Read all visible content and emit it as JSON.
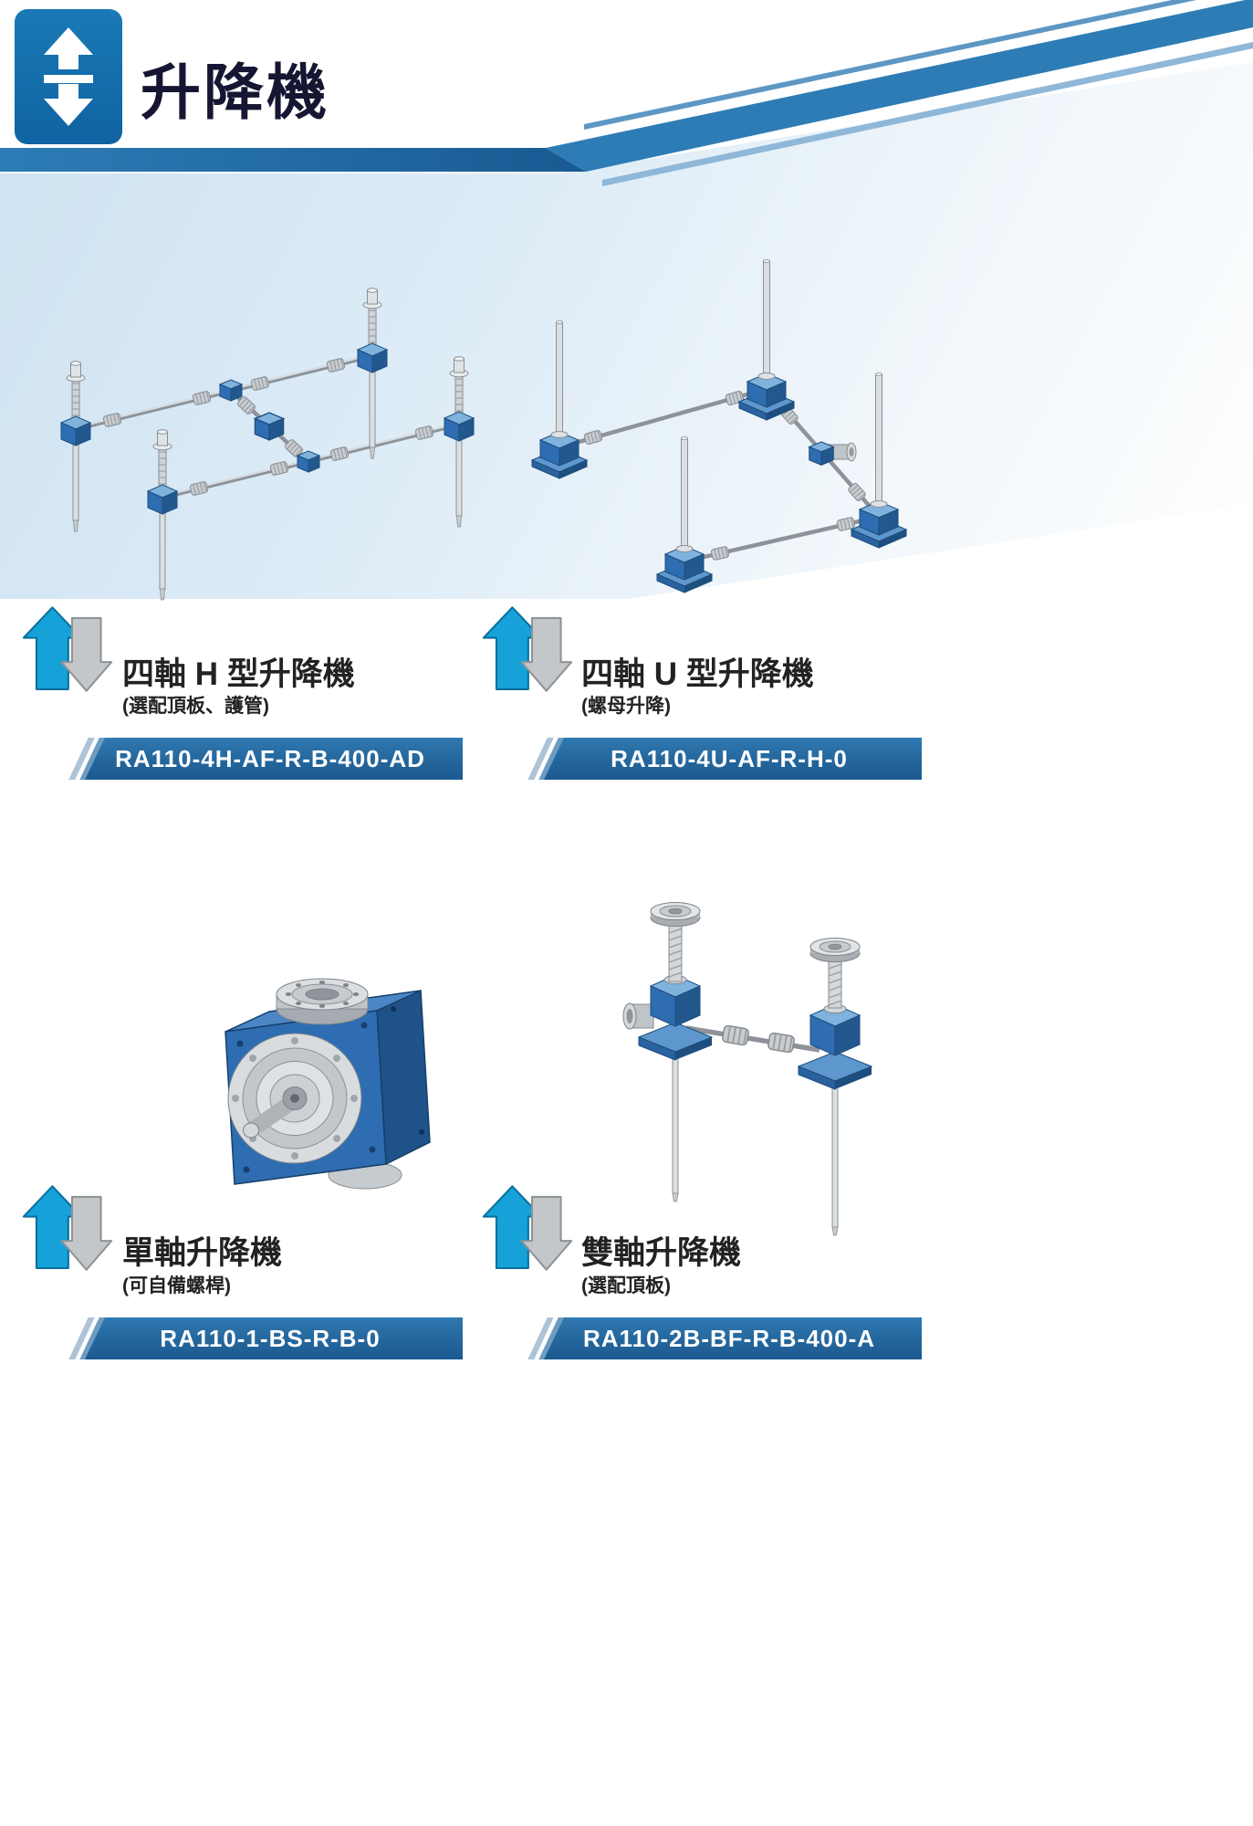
{
  "header": {
    "title": "升降機"
  },
  "icons": {
    "logo": "lift-up-down-icon",
    "product_marker": "up-down-arrows-icon"
  },
  "products": [
    {
      "name": "四軸 H 型升降機",
      "subtitle": "(選配頂板、護管)",
      "model": "RA110-4H-AF-R-B-400-AD"
    },
    {
      "name": "四軸 U 型升降機",
      "subtitle": "(螺母升降)",
      "model": "RA110-4U-AF-R-H-0"
    },
    {
      "name": "單軸升降機",
      "subtitle": "(可自備螺桿)",
      "model": "RA110-1-BS-R-B-0"
    },
    {
      "name": "雙軸升降機",
      "subtitle": "(選配頂板)",
      "model": "RA110-2B-BF-R-B-400-A"
    }
  ],
  "colors": {
    "header_blue": "#1470ad",
    "banner_blue": "#1e5c93",
    "arrow_up_blue": "#16a2d8",
    "arrow_down_gray": "#c3c7ca",
    "panel_blue": "#cde1f1",
    "machine_blue": "#2f6db2"
  }
}
